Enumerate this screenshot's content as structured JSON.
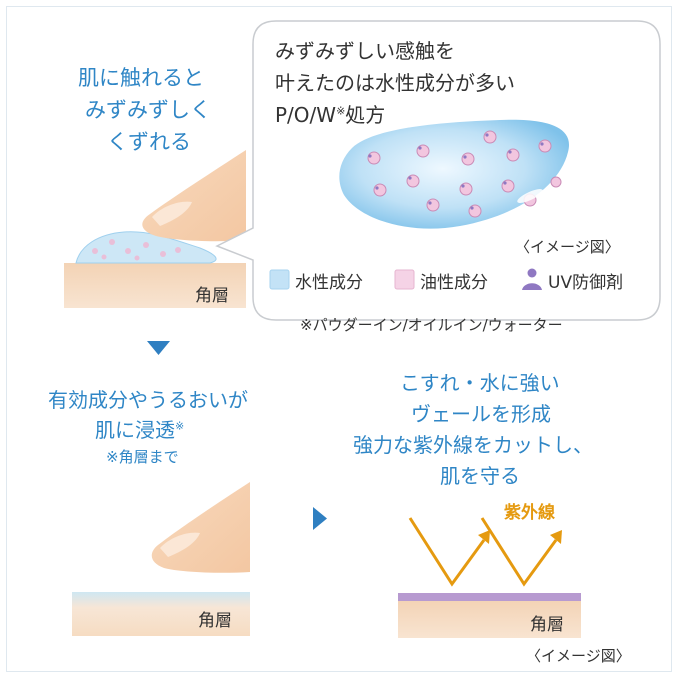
{
  "step1": {
    "lines": [
      "肌に触れると",
      "みずみずしく",
      "くずれる"
    ]
  },
  "bubble": {
    "lines": [
      "みずみずしい感触を",
      "叶えたのは水性成分が多い"
    ],
    "formula": "P/O/W",
    "mark": "※",
    "formula_suffix": "処方",
    "image_note": "〈イメージ図〉"
  },
  "legend": [
    {
      "label": "水性成分",
      "color": "#bfe0f5"
    },
    {
      "label": "油性成分",
      "color": "#f3cde3"
    },
    {
      "label": "UV防御剤",
      "color": "#8f78c2"
    }
  ],
  "footnote_pow": "※パウダーイン/オイルイン/ウォーター",
  "layer_label": "角層",
  "step2": {
    "lines": [
      "有効成分やうるおいが",
      "肌に浸透"
    ],
    "mark": "※",
    "note": "※角層まで"
  },
  "step3": {
    "lines": [
      "こすれ・水に強い",
      "ヴェールを形成",
      "強力な紫外線をカットし、",
      "肌を守る"
    ],
    "uv_label": "紫外線"
  },
  "image_note_bottom": "〈イメージ図〉",
  "colors": {
    "text_blue": "#2f86c6",
    "arrow_blue": "#2f7fc1",
    "uv_orange": "#e59a10",
    "skin": "#f6dcc0",
    "veil_purple": "#b79ad0"
  }
}
